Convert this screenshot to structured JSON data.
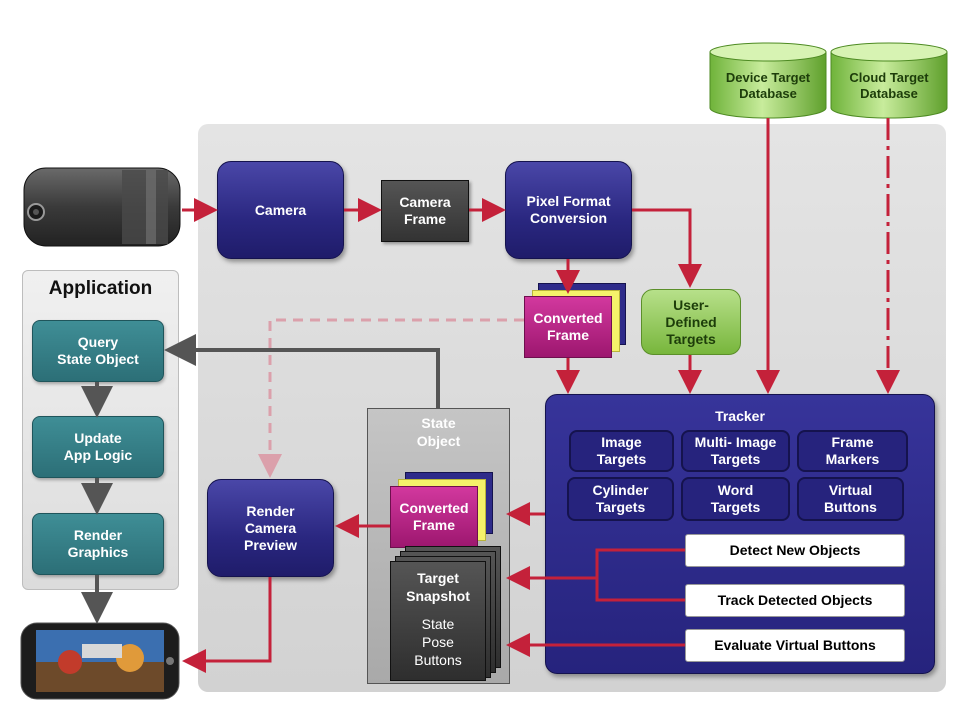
{
  "application": {
    "title": "Application",
    "steps": [
      "Query\nState Object",
      "Update\nApp Logic",
      "Render\nGraphics"
    ]
  },
  "pipeline": {
    "camera": "Camera",
    "camera_frame": "Camera\nFrame",
    "pixel_format": "Pixel Format\nConversion",
    "converted_frame": "Converted\nFrame",
    "user_defined_targets": "User-\nDefined\nTargets",
    "render_camera_preview": "Render\nCamera\nPreview"
  },
  "databases": {
    "device": "Device Target\nDatabase",
    "cloud": "Cloud Target\nDatabase"
  },
  "state_object": {
    "title": "State\nObject",
    "converted_frame": "Converted\nFrame",
    "snapshot_title": "Target\nSnapshot",
    "snapshot_items": "State\nPose\nButtons"
  },
  "tracker": {
    "title": "Tracker",
    "targets": [
      "Image\nTargets",
      "Multi- Image\nTargets",
      "Frame\nMarkers",
      "Cylinder\nTargets",
      "Word\nTargets",
      "Virtual\nButtons"
    ],
    "actions": [
      "Detect New Objects",
      "Track Detected Objects",
      "Evaluate Virtual Buttons"
    ]
  },
  "colors": {
    "arrow_red": "#c4213a",
    "arrow_gray": "#555555",
    "dash_pink": "#dba0ab"
  }
}
